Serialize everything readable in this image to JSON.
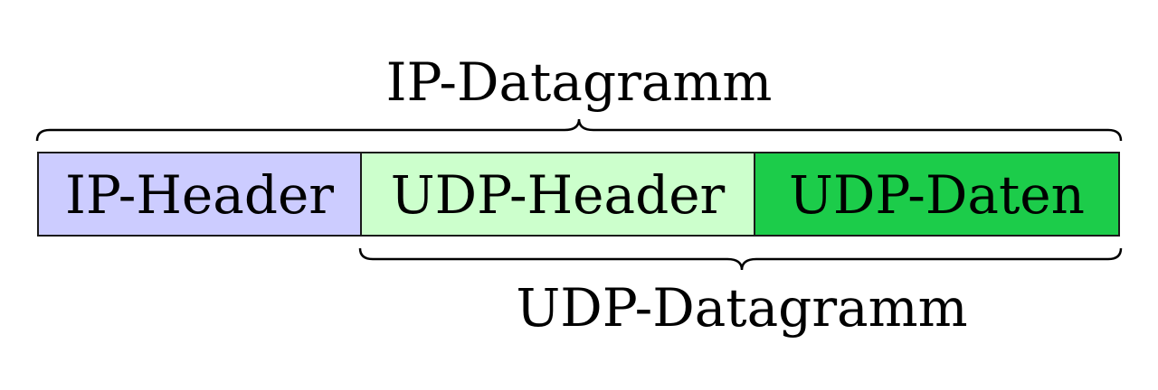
{
  "labels": {
    "ip_datagram": "IP-Datagramm",
    "udp_datagram": "UDP-Datagramm"
  },
  "segments": [
    {
      "label": "IP-Header",
      "color": "#ccccff"
    },
    {
      "label": "UDP-Header",
      "color": "#ccffcc"
    },
    {
      "label": "UDP-Daten",
      "color": "#1ccc4a"
    }
  ]
}
